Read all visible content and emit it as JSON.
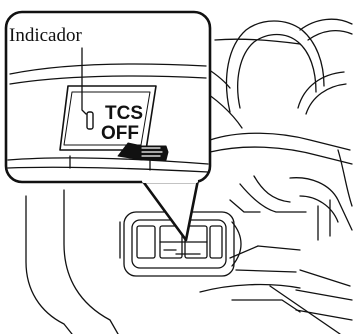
{
  "callout": {
    "label": "Indicador"
  },
  "switch": {
    "line1": "TCS",
    "line2": "OFF"
  }
}
